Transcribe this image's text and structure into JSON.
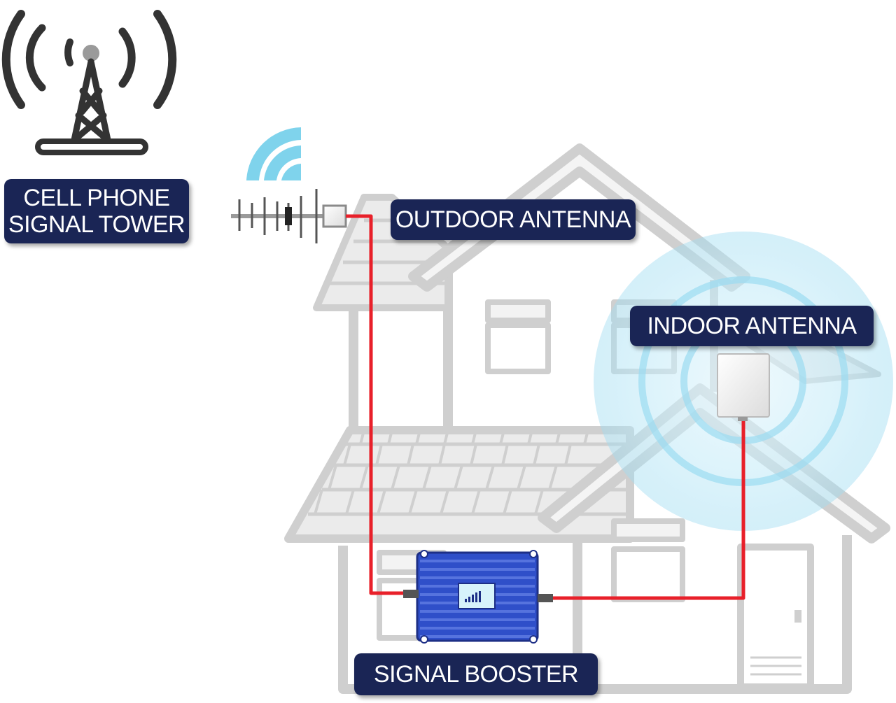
{
  "labels": {
    "tower_line1": "CELL PHONE",
    "tower_line2": "SIGNAL TOWER",
    "outdoor_antenna": "OUTDOOR ANTENNA",
    "indoor_antenna": "INDOOR ANTENNA",
    "signal_booster": "SIGNAL BOOSTER"
  },
  "colors": {
    "label_background": "#1a2555",
    "label_text": "#ffffff",
    "cable": "#e8202a",
    "house_outline": "#cfcfcf",
    "signal_waves": "#7fd3ec",
    "booster_body": "#2f4fc9",
    "tower_icon": "#333333"
  }
}
